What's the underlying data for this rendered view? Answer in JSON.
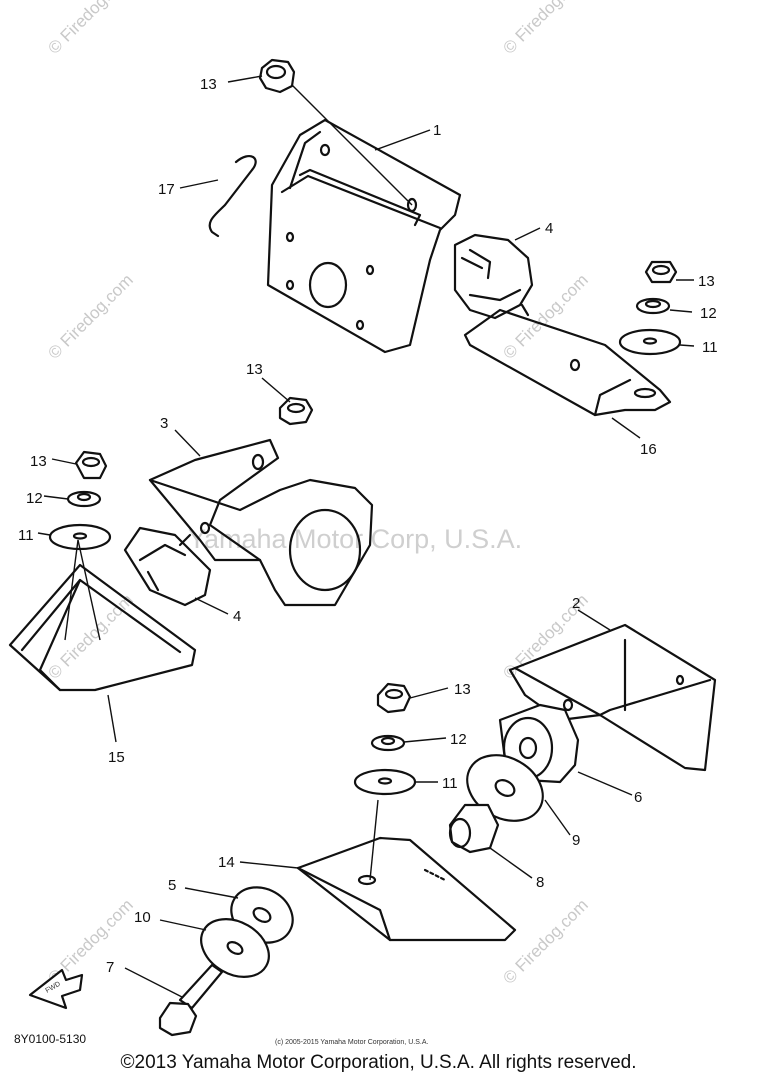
{
  "diagram": {
    "callouts": [
      {
        "id": "c13a",
        "label": "13"
      },
      {
        "id": "c1",
        "label": "1"
      },
      {
        "id": "c17",
        "label": "17"
      },
      {
        "id": "c4a",
        "label": "4"
      },
      {
        "id": "c13b",
        "label": "13"
      },
      {
        "id": "c12a",
        "label": "12"
      },
      {
        "id": "c11a",
        "label": "11"
      },
      {
        "id": "c16",
        "label": "16"
      },
      {
        "id": "c13c",
        "label": "13"
      },
      {
        "id": "c3",
        "label": "3"
      },
      {
        "id": "c13d",
        "label": "13"
      },
      {
        "id": "c12b",
        "label": "12"
      },
      {
        "id": "c11b",
        "label": "11"
      },
      {
        "id": "c4b",
        "label": "4"
      },
      {
        "id": "c15",
        "label": "15"
      },
      {
        "id": "c2",
        "label": "2"
      },
      {
        "id": "c13e",
        "label": "13"
      },
      {
        "id": "c12c",
        "label": "12"
      },
      {
        "id": "c11c",
        "label": "11"
      },
      {
        "id": "c6",
        "label": "6"
      },
      {
        "id": "c9",
        "label": "9"
      },
      {
        "id": "c8",
        "label": "8"
      },
      {
        "id": "c14",
        "label": "14"
      },
      {
        "id": "c5",
        "label": "5"
      },
      {
        "id": "c10",
        "label": "10"
      },
      {
        "id": "c7",
        "label": "7"
      }
    ],
    "fwd_label": "FWD",
    "part_code": "8Y0100-5130",
    "small_copyright": "(c) 2005-2015 Yamaha Motor Corporation, U.S.A.",
    "center_watermark": "Yamaha Motor Corp, U.S.A.",
    "watermark": "© Firedog.com",
    "copyright": "©2013 Yamaha Motor Corporation, U.S.A. All rights reserved."
  }
}
